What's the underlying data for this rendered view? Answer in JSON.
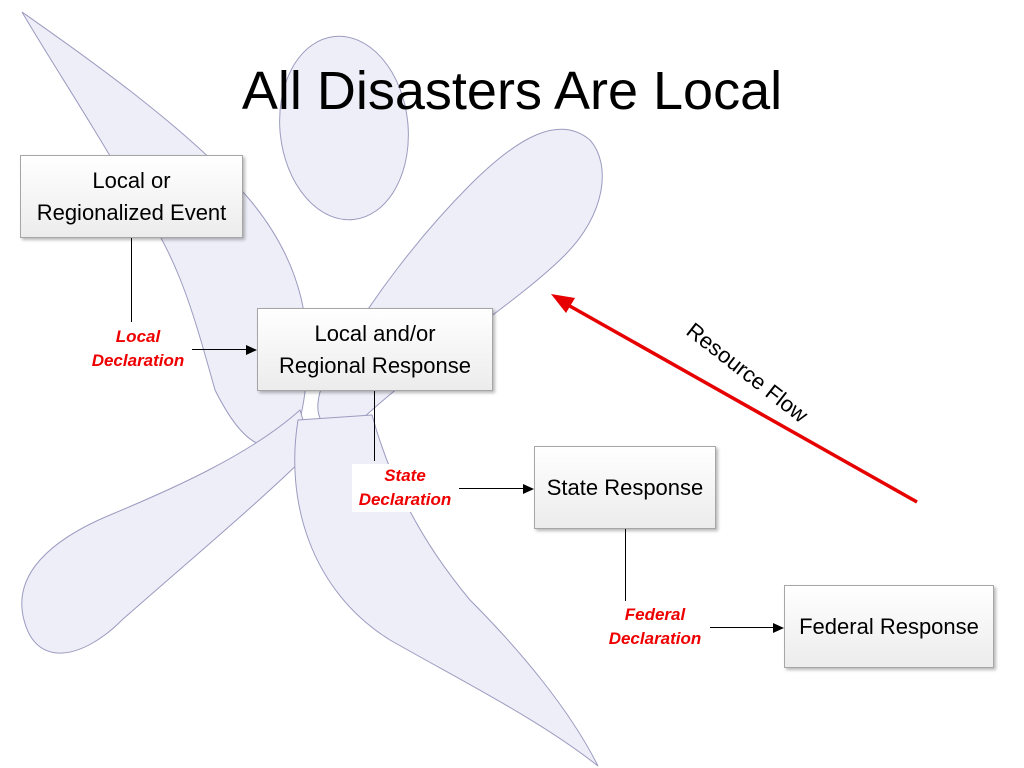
{
  "title": "All Disasters Are Local",
  "boxes": {
    "event": {
      "line1": "Local or",
      "line2": "Regionalized Event"
    },
    "local_response": {
      "line1": "Local and/or",
      "line2": "Regional Response"
    },
    "state_response": "State Response",
    "federal_response": "Federal Response"
  },
  "declarations": {
    "local": {
      "line1": "Local",
      "line2": "Declaration"
    },
    "state": {
      "line1": "State",
      "line2": "Declaration"
    },
    "federal": {
      "line1": "Federal",
      "line2": "Declaration"
    }
  },
  "resource_flow": "Resource Flow",
  "colors": {
    "declaration": "#ee0000",
    "arrow": "#e60000",
    "figure_fill": "#eeeef8",
    "figure_stroke": "#9090b8"
  }
}
